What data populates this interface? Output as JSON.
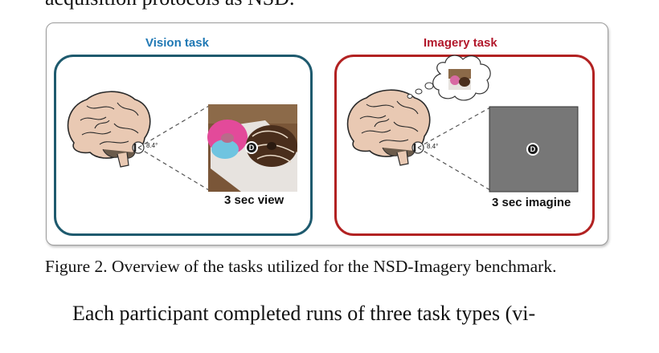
{
  "page": {
    "top_text": "acquisition protocols as NSD.",
    "figure": {
      "vision_panel": {
        "title": "Vision task",
        "title_color": "#1f78b4",
        "border_color": "#1e5a6e",
        "angle": "8.4°",
        "marker": "D",
        "caption": "3 sec view"
      },
      "imagery_panel": {
        "title": "Imagery task",
        "title_color": "#b2182b",
        "border_color": "#b22222",
        "angle": "8.4°",
        "marker": "D",
        "caption": "3 sec imagine",
        "screen_color": "#777777"
      }
    },
    "caption": "Figure 2.  Overview of the tasks utilized for the NSD-Imagery benchmark.",
    "body_text": "Each participant completed runs of three task types (vi-"
  }
}
